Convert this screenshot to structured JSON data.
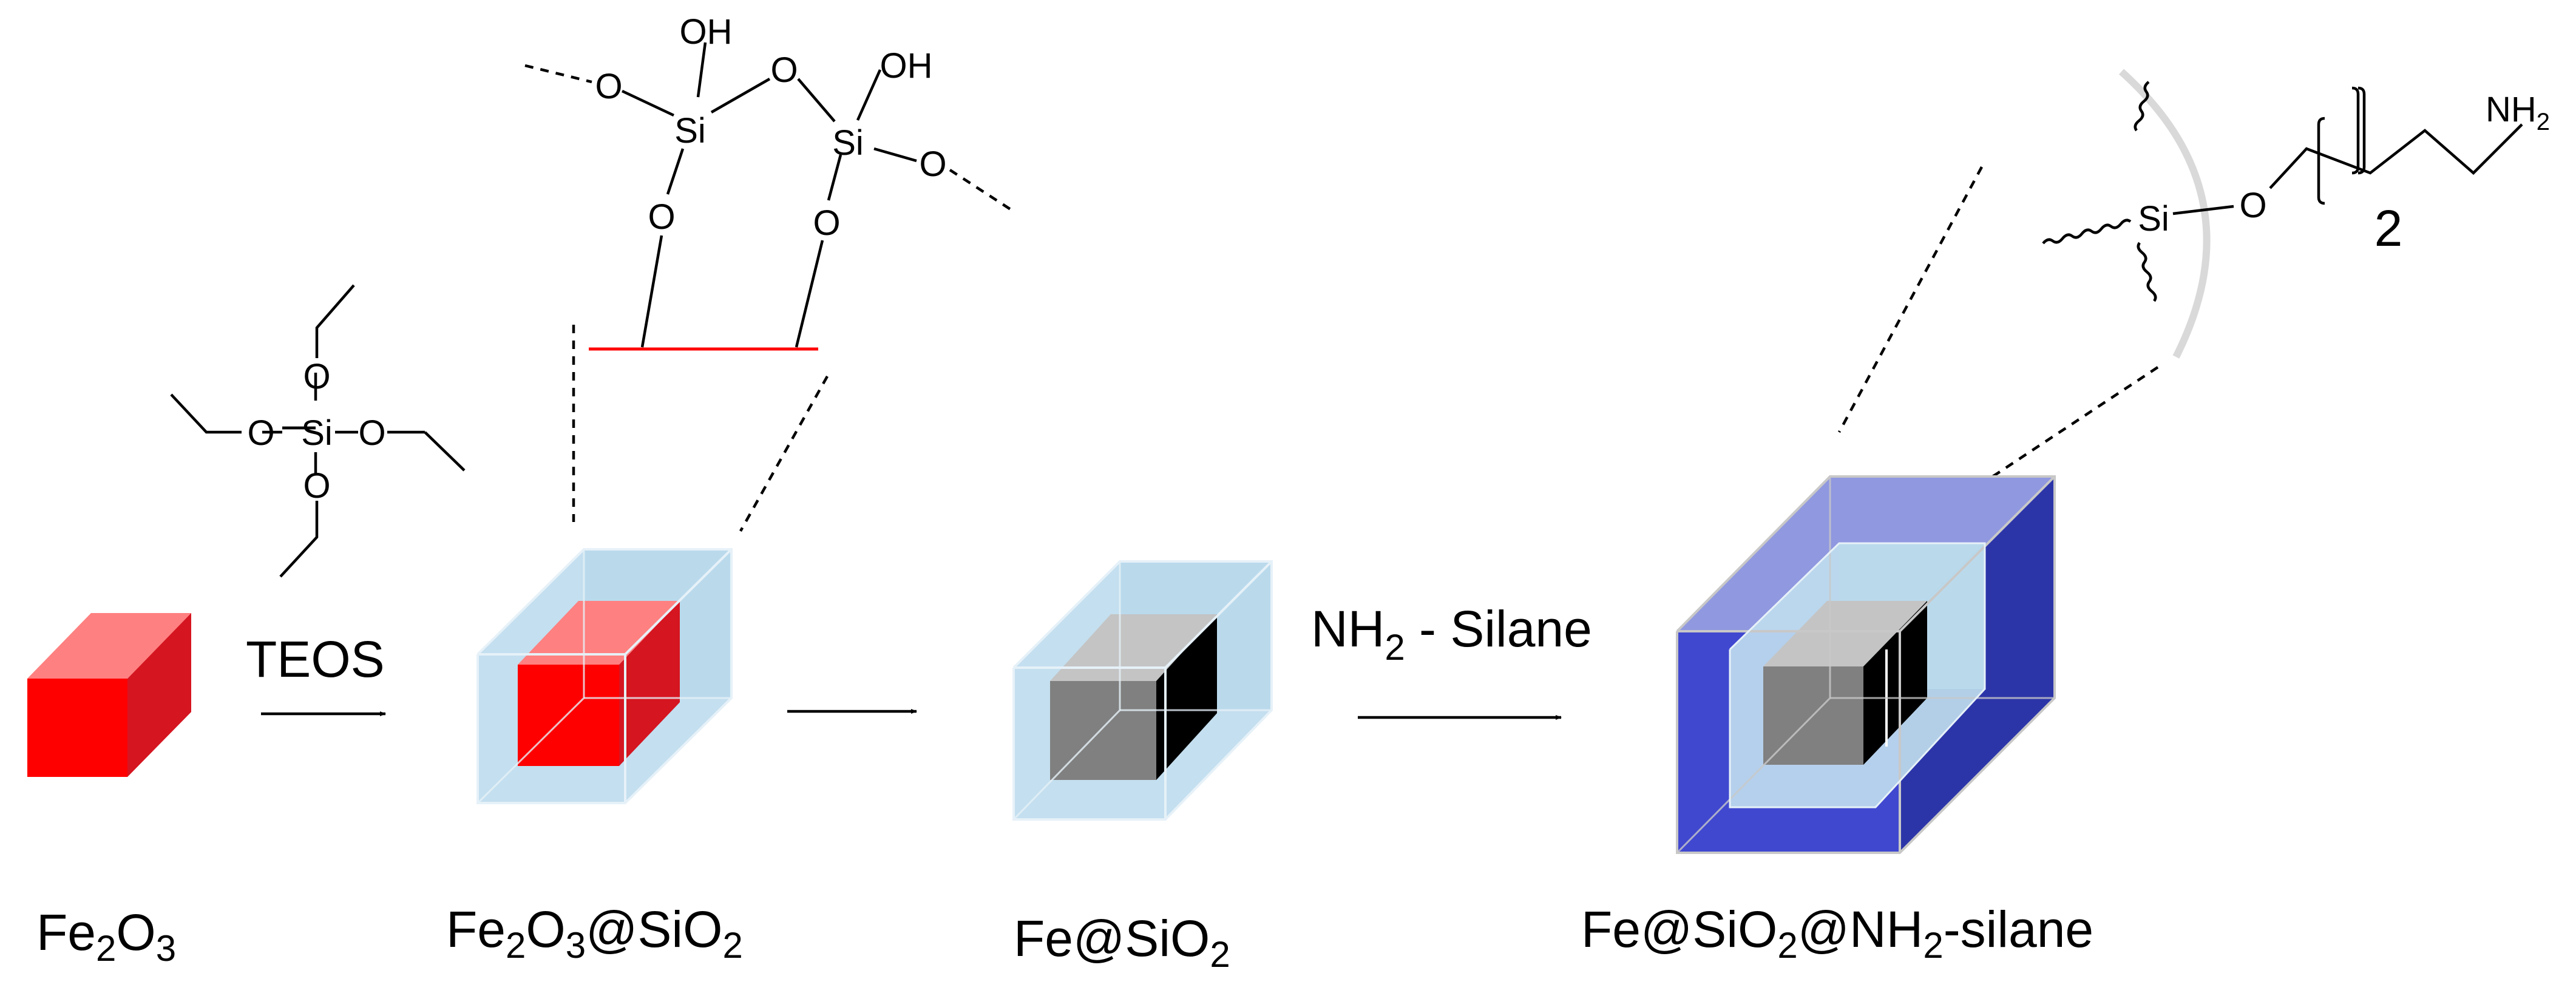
{
  "colors": {
    "hematite_front": "#ff0000",
    "hematite_top": "#ff8080",
    "hematite_side": "#d51520",
    "silica_shell": "#bfdcee",
    "silica_back": "#7fb7d6",
    "iron_front": "#808080",
    "iron_top": "#c4c4c4",
    "iron_side": "#000000",
    "amine_shell_front": "#4048d0",
    "amine_shell_top": "#9098e0",
    "amine_shell_side": "#2c35a8",
    "surface_line": "#ff0000",
    "arc": "#d9d9d9"
  },
  "teos": {
    "atoms": [
      "O",
      "Si",
      "O",
      "O",
      "O"
    ],
    "reagent_label": "TEOS"
  },
  "silanol_network": {
    "hydroxyl_1": "OH",
    "hydroxyl_2": "OH",
    "silicon_1": "Si",
    "silicon_2": "Si",
    "oxygen": "O"
  },
  "aminosilane": {
    "silicon": "Si",
    "oxygen": "O",
    "amine": "NH",
    "amine_sub": "2",
    "repeat_count": "2"
  },
  "steps": {
    "step3_label": "NH",
    "step3_sub": "2",
    "step3_rest": " - Silane"
  },
  "captions": {
    "c1": {
      "p1": "Fe",
      "s1": "2",
      "p2": "O",
      "s2": "3"
    },
    "c2": {
      "p1": "Fe",
      "s1": "2",
      "p2": "O",
      "s2": "3",
      "p3": "@SiO",
      "s3": "2"
    },
    "c3": {
      "p1": "Fe@SiO",
      "s1": "2"
    },
    "c4": {
      "p1": "Fe@SiO",
      "s1": "2",
      "p2": "@NH",
      "s2": "2",
      "p3": "-silane"
    }
  }
}
